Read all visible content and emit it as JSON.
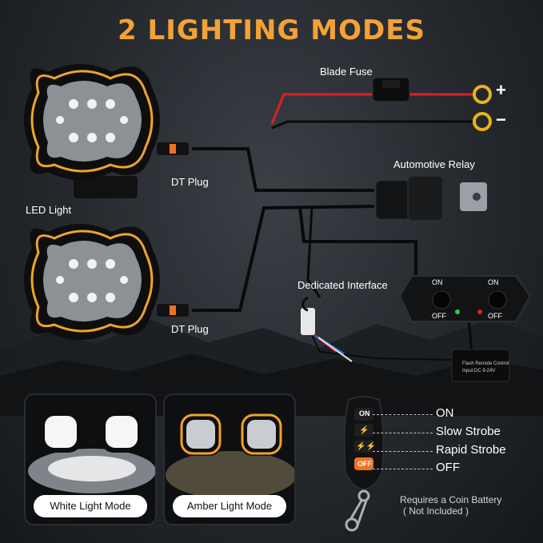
{
  "title": "2 LIGHTING MODES",
  "labels": {
    "blade_fuse": "Blade Fuse",
    "plus": "+",
    "minus": "−",
    "dt_plug_top": "DT Plug",
    "dt_plug_bottom": "DT Plug",
    "led_light": "LED Light",
    "automotive_relay": "Automotive Relay",
    "dedicated_interface": "Dedicated Interface",
    "switch_on_left": "ON",
    "switch_off_left": "OFF",
    "switch_on_right": "ON",
    "switch_off_right": "OFF",
    "controller_line1": "Flash Remote Control",
    "controller_line2": "Input:DC 9-24V"
  },
  "modes": {
    "white": "White Light Mode",
    "amber": "Amber Light Mode"
  },
  "remote": {
    "btn_on": "ON",
    "btn_off": "OFF"
  },
  "legend": {
    "on": "ON",
    "slow": "Slow Strobe",
    "rapid": "Rapid Strobe",
    "off": "OFF"
  },
  "note": {
    "line1": "Requires a Coin Battery",
    "line2": "( Not Included )"
  },
  "colors": {
    "title": "#f3a236",
    "amber": "#f0a32a",
    "wire_red": "#d8222a",
    "terminal": "#e8b21c",
    "remote_off": "#f07020"
  }
}
